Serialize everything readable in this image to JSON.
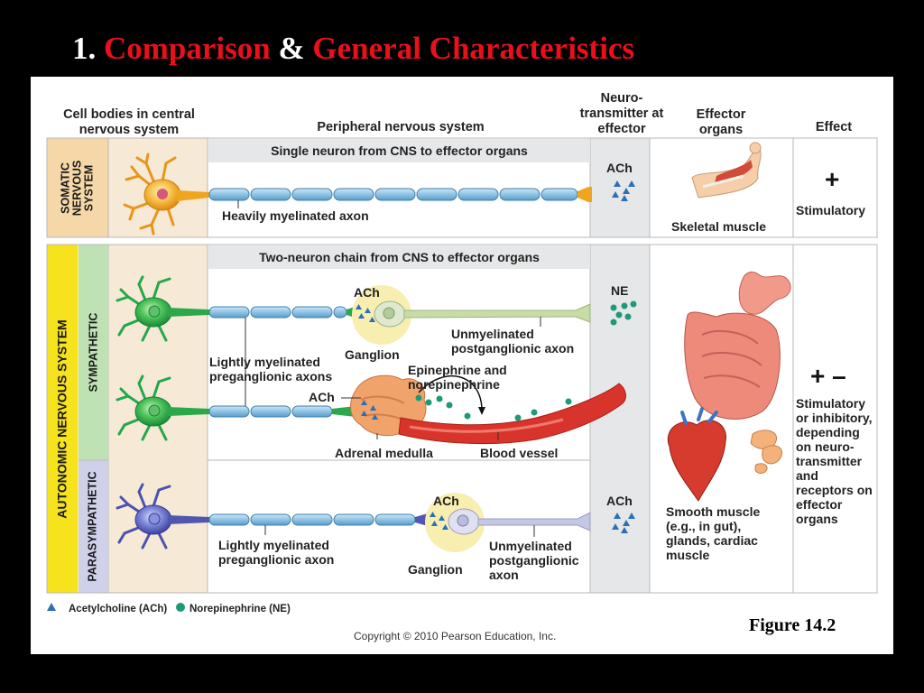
{
  "title": {
    "number": "1.",
    "part1": "Comparison",
    "amp": "&",
    "part2": "General Characteristics"
  },
  "colors": {
    "title_red": "#e8101a",
    "somatic": "#f3a21a",
    "sympathetic": "#2cae4a",
    "parasympathetic": "#5a5fb0",
    "ach": "#2d6fb5",
    "ne": "#1d9a7a",
    "autonomic_band": "#f6e21d"
  },
  "headers": {
    "cns": "Cell bodies in central nervous system",
    "pns": "Peripheral nervous system",
    "nt": "Neuro- transmitter at effector",
    "organs": "Effector organs",
    "effect": "Effect"
  },
  "somatic": {
    "label": "SOMATIC NERVOUS SYSTEM",
    "bar": "Single neuron from CNS to effector organs",
    "axon": "Heavily myelinated axon",
    "nt": "ACh",
    "organ": "Skeletal muscle",
    "effect_symbol": "+",
    "effect": "Stimulatory"
  },
  "autonomic": {
    "label": "AUTONOMIC NERVOUS SYSTEM",
    "bar": "Two-neuron chain from CNS to effector organs",
    "organs": "Smooth muscle (e.g., in gut), glands, cardiac muscle",
    "effect_symbol": "+ –",
    "effect": "Stimulatory or inhibitory, depending on neuro- transmitter and receptors on effector organs"
  },
  "sympathetic": {
    "label": "SYMPATHETIC",
    "ganglion_ach": "ACh",
    "ganglion": "Ganglion",
    "post_axon": "Unmyelinated postganglionic axon",
    "pre_axons": "Lightly myelinated preganglionic axons",
    "epi": "Epinephrine and norepinephrine",
    "adrenal_ach": "ACh",
    "adrenal": "Adrenal medulla",
    "vessel": "Blood vessel",
    "nt": "NE"
  },
  "parasympathetic": {
    "label": "PARASYMPATHETIC",
    "pre_axon": "Lightly myelinated preganglionic axon",
    "ganglion_ach": "ACh",
    "ganglion": "Ganglion",
    "post_axon": "Unmyelinated postganglionic axon",
    "nt": "ACh"
  },
  "legend": {
    "ach": "Acetylcholine (ACh)",
    "ne": "Norepinephrine (NE)"
  },
  "copyright": "Copyright © 2010 Pearson Education, Inc.",
  "figure": "Figure 14.2"
}
